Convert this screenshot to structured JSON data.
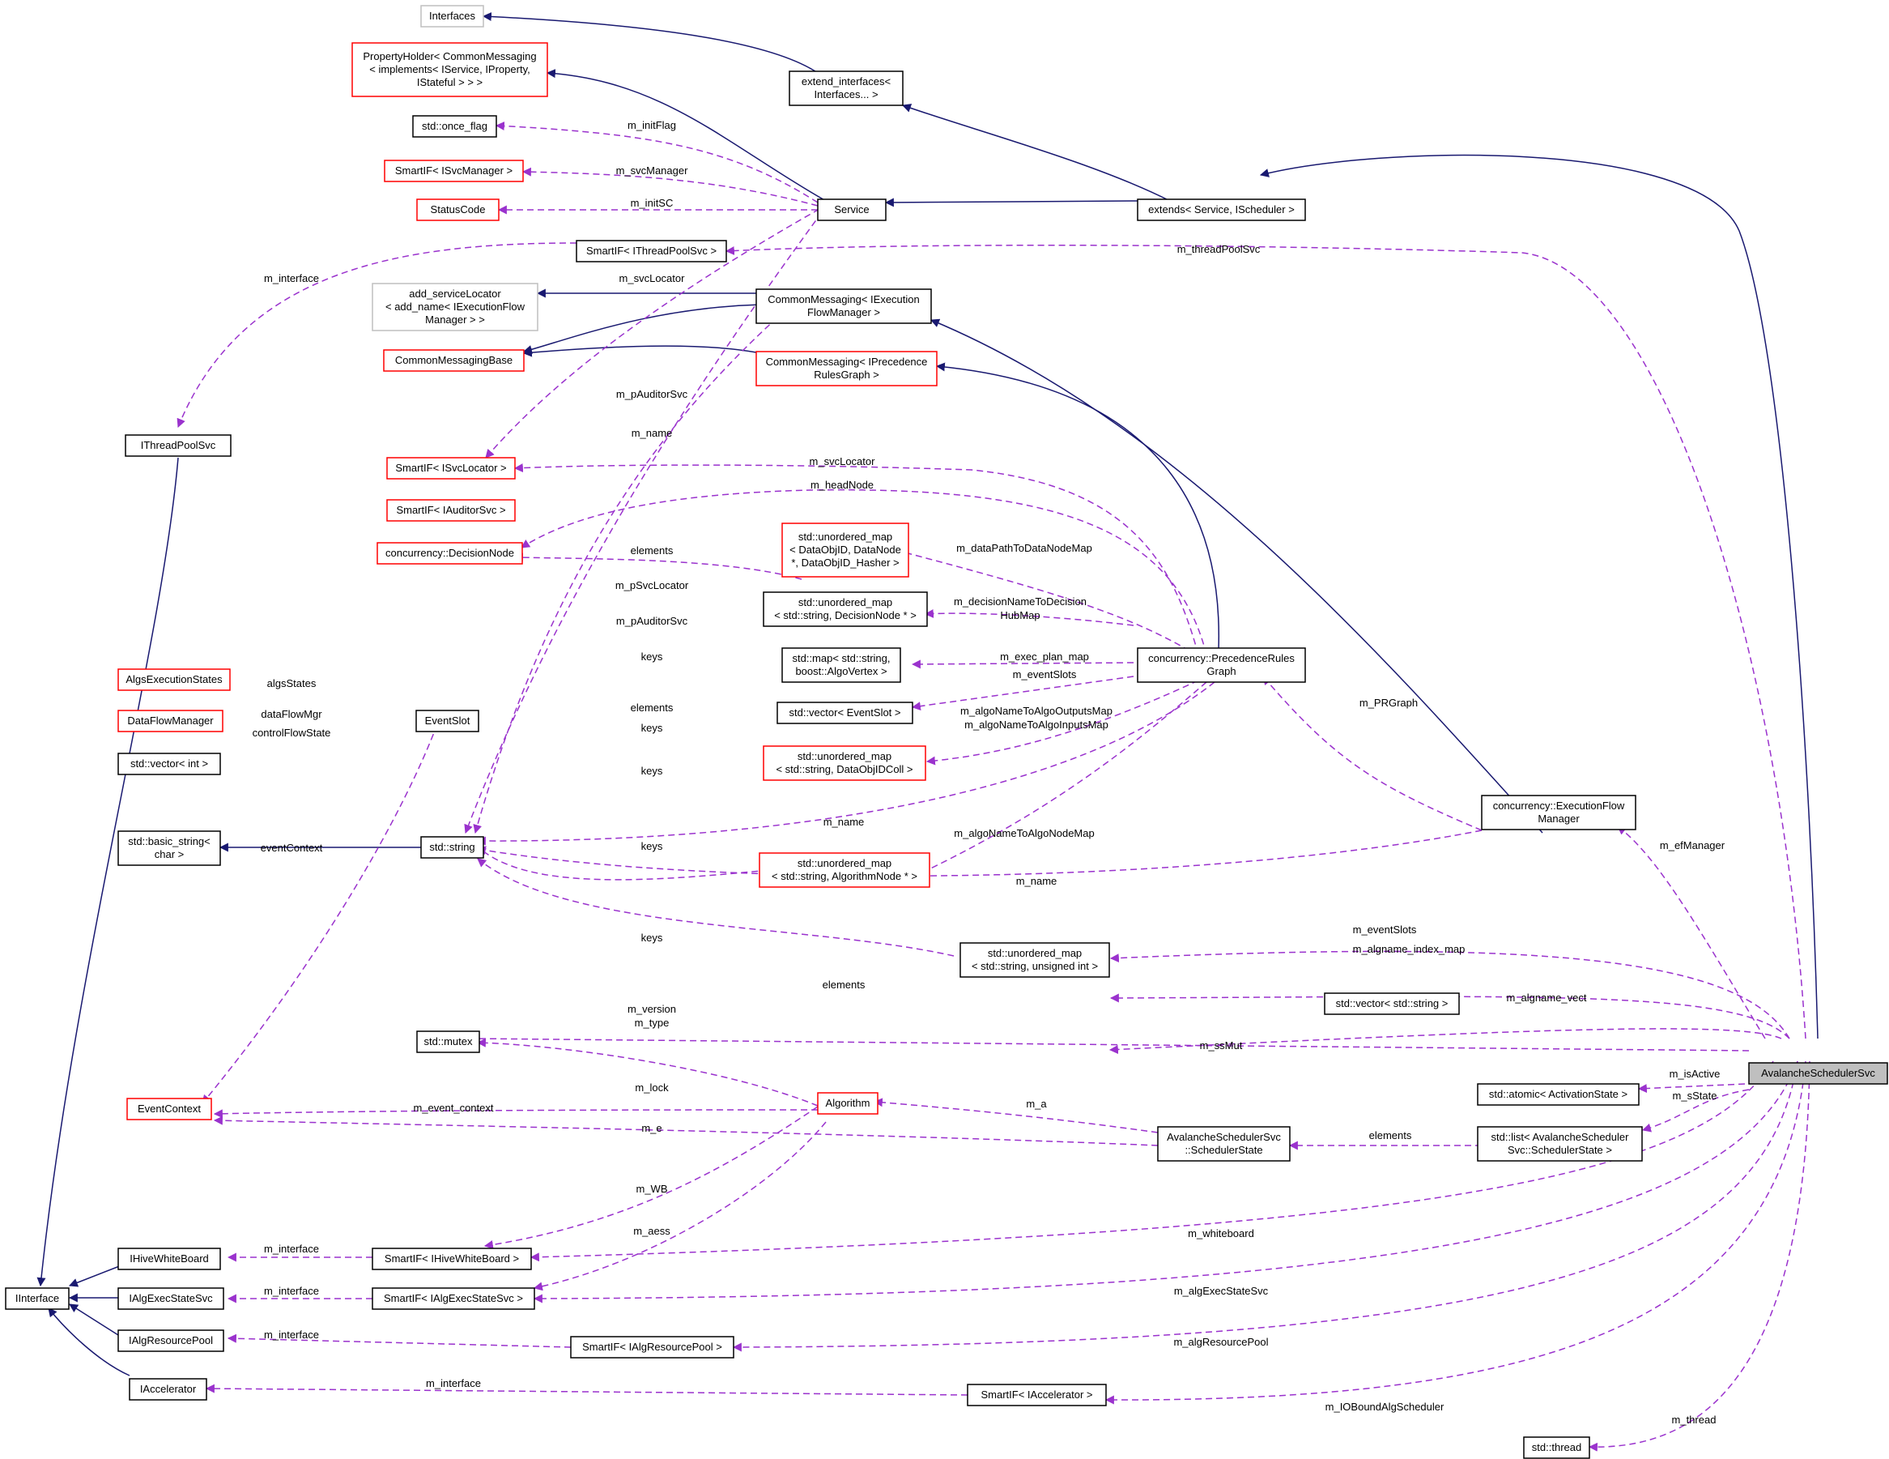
{
  "diagram": {
    "colors": {
      "inherit_edge": "#191970",
      "use_edge": "#9a32cd",
      "node_border_default": "#000000",
      "node_border_undocumented": "#ff0000",
      "node_border_external": "#bfbfbf",
      "node_fill_focus": "#bfbfbf"
    },
    "nodes": [
      {
        "id": "interfaces",
        "lines": [
          "Interfaces"
        ],
        "style": "external"
      },
      {
        "id": "extend_interfaces",
        "lines": [
          "extend_interfaces<",
          "Interfaces... >"
        ],
        "style": "default"
      },
      {
        "id": "propertyholder",
        "lines": [
          "PropertyHolder< CommonMessaging",
          "< implements< IService, IProperty,",
          "IStateful > > >"
        ],
        "style": "undocumented"
      },
      {
        "id": "once_flag",
        "lines": [
          "std::once_flag"
        ],
        "style": "default"
      },
      {
        "id": "smartif_svcmanager",
        "lines": [
          "SmartIF< ISvcManager >"
        ],
        "style": "undocumented"
      },
      {
        "id": "statuscode",
        "lines": [
          "StatusCode"
        ],
        "style": "undocumented"
      },
      {
        "id": "service",
        "lines": [
          "Service"
        ],
        "style": "default"
      },
      {
        "id": "extends",
        "lines": [
          "extends< Service, IScheduler >"
        ],
        "style": "default"
      },
      {
        "id": "smartif_threadpool",
        "lines": [
          "SmartIF< IThreadPoolSvc >"
        ],
        "style": "default"
      },
      {
        "id": "add_servicelocator",
        "lines": [
          "add_serviceLocator",
          "< add_name< IExecutionFlow",
          "Manager > >"
        ],
        "style": "external"
      },
      {
        "id": "cm_execflow",
        "lines": [
          "CommonMessaging< IExecution",
          "FlowManager >"
        ],
        "style": "default"
      },
      {
        "id": "cmbase",
        "lines": [
          "CommonMessagingBase"
        ],
        "style": "undocumented"
      },
      {
        "id": "cm_precedence",
        "lines": [
          "CommonMessaging< IPrecedence",
          "RulesGraph >"
        ],
        "style": "undocumented"
      },
      {
        "id": "ithreadpoolsvc",
        "lines": [
          "IThreadPoolSvc"
        ],
        "style": "default"
      },
      {
        "id": "smartif_svclocator",
        "lines": [
          "SmartIF< ISvcLocator >"
        ],
        "style": "undocumented"
      },
      {
        "id": "smartif_auditor",
        "lines": [
          "SmartIF< IAuditorSvc >"
        ],
        "style": "undocumented"
      },
      {
        "id": "decisionnode",
        "lines": [
          "concurrency::DecisionNode"
        ],
        "style": "undocumented"
      },
      {
        "id": "umap_dataobj",
        "lines": [
          "std::unordered_map",
          "< DataObjID, DataNode",
          "*, DataObjID_Hasher >"
        ],
        "style": "undocumented"
      },
      {
        "id": "umap_decision",
        "lines": [
          "std::unordered_map",
          "< std::string, DecisionNode * >"
        ],
        "style": "default"
      },
      {
        "id": "algsexecstates",
        "lines": [
          "AlgsExecutionStates"
        ],
        "style": "undocumented"
      },
      {
        "id": "map_algovertex",
        "lines": [
          "std::map< std::string,",
          "boost::AlgoVertex >"
        ],
        "style": "default"
      },
      {
        "id": "precedencerules",
        "lines": [
          "concurrency::PrecedenceRules",
          "Graph"
        ],
        "style": "default"
      },
      {
        "id": "dataflowmgr",
        "lines": [
          "DataFlowManager"
        ],
        "style": "undocumented"
      },
      {
        "id": "eventslot",
        "lines": [
          "EventSlot"
        ],
        "style": "default"
      },
      {
        "id": "vector_eventslot",
        "lines": [
          "std::vector< EventSlot >"
        ],
        "style": "default"
      },
      {
        "id": "vector_int",
        "lines": [
          "std::vector< int >"
        ],
        "style": "default"
      },
      {
        "id": "umap_dataobjcoll",
        "lines": [
          "std::unordered_map",
          "< std::string, DataObjIDColl >"
        ],
        "style": "undocumented"
      },
      {
        "id": "execflowmanager",
        "lines": [
          "concurrency::ExecutionFlow",
          "Manager"
        ],
        "style": "default"
      },
      {
        "id": "basic_string",
        "lines": [
          "std::basic_string<",
          "char >"
        ],
        "style": "default"
      },
      {
        "id": "std_string",
        "lines": [
          "std::string"
        ],
        "style": "default"
      },
      {
        "id": "umap_algonode",
        "lines": [
          "std::unordered_map",
          "< std::string, AlgorithmNode * >"
        ],
        "style": "undocumented"
      },
      {
        "id": "umap_uint",
        "lines": [
          "std::unordered_map",
          "< std::string, unsigned int >"
        ],
        "style": "default"
      },
      {
        "id": "vector_string",
        "lines": [
          "std::vector< std::string >"
        ],
        "style": "default"
      },
      {
        "id": "mutex",
        "lines": [
          "std::mutex"
        ],
        "style": "default"
      },
      {
        "id": "avalanche",
        "lines": [
          "AvalancheSchedulerSvc"
        ],
        "style": "focus"
      },
      {
        "id": "eventcontext",
        "lines": [
          "EventContext"
        ],
        "style": "undocumented"
      },
      {
        "id": "algorithm",
        "lines": [
          "Algorithm"
        ],
        "style": "undocumented"
      },
      {
        "id": "atomic_state",
        "lines": [
          "std::atomic< ActivationState >"
        ],
        "style": "default"
      },
      {
        "id": "schedulerstate",
        "lines": [
          "AvalancheSchedulerSvc",
          "::SchedulerState"
        ],
        "style": "default"
      },
      {
        "id": "list_state",
        "lines": [
          "std::list< AvalancheScheduler",
          "Svc::SchedulerState >"
        ],
        "style": "default"
      },
      {
        "id": "ihivewhiteboard",
        "lines": [
          "IHiveWhiteBoard"
        ],
        "style": "default"
      },
      {
        "id": "smartif_whiteboard",
        "lines": [
          "SmartIF< IHiveWhiteBoard >"
        ],
        "style": "default"
      },
      {
        "id": "iinterface",
        "lines": [
          "IInterface"
        ],
        "style": "default"
      },
      {
        "id": "ialgexecstatesvc",
        "lines": [
          "IAlgExecStateSvc"
        ],
        "style": "default"
      },
      {
        "id": "smartif_algexec",
        "lines": [
          "SmartIF< IAlgExecStateSvc >"
        ],
        "style": "default"
      },
      {
        "id": "ialgresourcepool",
        "lines": [
          "IAlgResourcePool"
        ],
        "style": "default"
      },
      {
        "id": "smartif_resourcepool",
        "lines": [
          "SmartIF< IAlgResourcePool >"
        ],
        "style": "default"
      },
      {
        "id": "iaccelerator",
        "lines": [
          "IAccelerator"
        ],
        "style": "default"
      },
      {
        "id": "smartif_accelerator",
        "lines": [
          "SmartIF< IAccelerator >"
        ],
        "style": "default"
      },
      {
        "id": "std_thread",
        "lines": [
          "std::thread"
        ],
        "style": "default"
      }
    ],
    "labels": [
      {
        "id": "m_initflag",
        "text": "m_initFlag"
      },
      {
        "id": "m_svcmanager",
        "text": "m_svcManager"
      },
      {
        "id": "m_initsc",
        "text": "m_initSC"
      },
      {
        "id": "m_threadpoolsvc",
        "text": "m_threadPoolSvc"
      },
      {
        "id": "m_interface_threadpool",
        "text": "m_interface"
      },
      {
        "id": "m_svclocator_top",
        "text": "m_svcLocator"
      },
      {
        "id": "m_pauditorsvc_1",
        "text": "m_pAuditorSvc"
      },
      {
        "id": "m_name_1",
        "text": "m_name"
      },
      {
        "id": "m_svclocator_2",
        "text": "m_svcLocator"
      },
      {
        "id": "m_headnode",
        "text": "m_headNode"
      },
      {
        "id": "m_datapath",
        "text": "m_dataPathToDataNodeMap"
      },
      {
        "id": "elements_1",
        "text": "elements"
      },
      {
        "id": "m_psvclocator",
        "text": "m_pSvcLocator"
      },
      {
        "id": "m_pauditorsvc_2",
        "text": "m_pAuditorSvc"
      },
      {
        "id": "m_decisionname_1",
        "text": "m_decisionNameToDecision"
      },
      {
        "id": "m_decisionname_2",
        "text": "HubMap"
      },
      {
        "id": "keys_1",
        "text": "keys"
      },
      {
        "id": "m_exec_plan_map",
        "text": "m_exec_plan_map"
      },
      {
        "id": "m_eventslots_1",
        "text": "m_eventSlots"
      },
      {
        "id": "algsstates",
        "text": "algsStates"
      },
      {
        "id": "elements_2",
        "text": "elements"
      },
      {
        "id": "dataflowmgr_lbl",
        "text": "dataFlowMgr"
      },
      {
        "id": "controlflowstate",
        "text": "controlFlowState"
      },
      {
        "id": "keys_2",
        "text": "keys"
      },
      {
        "id": "m_algooutputs",
        "text": "m_algoNameToAlgoOutputsMap"
      },
      {
        "id": "m_algoinputs",
        "text": "m_algoNameToAlgoInputsMap"
      },
      {
        "id": "m_prgraph",
        "text": "m_PRGraph"
      },
      {
        "id": "keys_3",
        "text": "keys"
      },
      {
        "id": "m_name_2",
        "text": "m_name"
      },
      {
        "id": "m_algonode",
        "text": "m_algoNameToAlgoNodeMap"
      },
      {
        "id": "m_efmanager",
        "text": "m_efManager"
      },
      {
        "id": "eventcontext_lbl",
        "text": "eventContext"
      },
      {
        "id": "keys_4",
        "text": "keys"
      },
      {
        "id": "m_name_3",
        "text": "m_name"
      },
      {
        "id": "keys_5",
        "text": "keys"
      },
      {
        "id": "m_eventslots_2",
        "text": "m_eventSlots"
      },
      {
        "id": "m_algname_index",
        "text": "m_algname_index_map"
      },
      {
        "id": "elements_3",
        "text": "elements"
      },
      {
        "id": "m_algname_vect",
        "text": "m_algname_vect"
      },
      {
        "id": "m_version",
        "text": "m_version"
      },
      {
        "id": "m_type",
        "text": "m_type"
      },
      {
        "id": "m_ssmut",
        "text": "m_ssMut"
      },
      {
        "id": "m_isactive",
        "text": "m_isActive"
      },
      {
        "id": "m_lock",
        "text": "m_lock"
      },
      {
        "id": "m_sstate",
        "text": "m_sState"
      },
      {
        "id": "m_event_context",
        "text": "m_event_context"
      },
      {
        "id": "m_a",
        "text": "m_a"
      },
      {
        "id": "m_e",
        "text": "m_e"
      },
      {
        "id": "elements_4",
        "text": "elements"
      },
      {
        "id": "m_wb",
        "text": "m_WB"
      },
      {
        "id": "m_aess",
        "text": "m_aess"
      },
      {
        "id": "m_interface_wb",
        "text": "m_interface"
      },
      {
        "id": "m_whiteboard",
        "text": "m_whiteboard"
      },
      {
        "id": "m_interface_aes",
        "text": "m_interface"
      },
      {
        "id": "m_algexecstatesvc",
        "text": "m_algExecStateSvc"
      },
      {
        "id": "m_interface_rp",
        "text": "m_interface"
      },
      {
        "id": "m_algresourcepool",
        "text": "m_algResourcePool"
      },
      {
        "id": "m_interface_acc",
        "text": "m_interface"
      },
      {
        "id": "m_iobound",
        "text": "m_IOBoundAlgScheduler"
      },
      {
        "id": "m_thread",
        "text": "m_thread"
      }
    ]
  }
}
